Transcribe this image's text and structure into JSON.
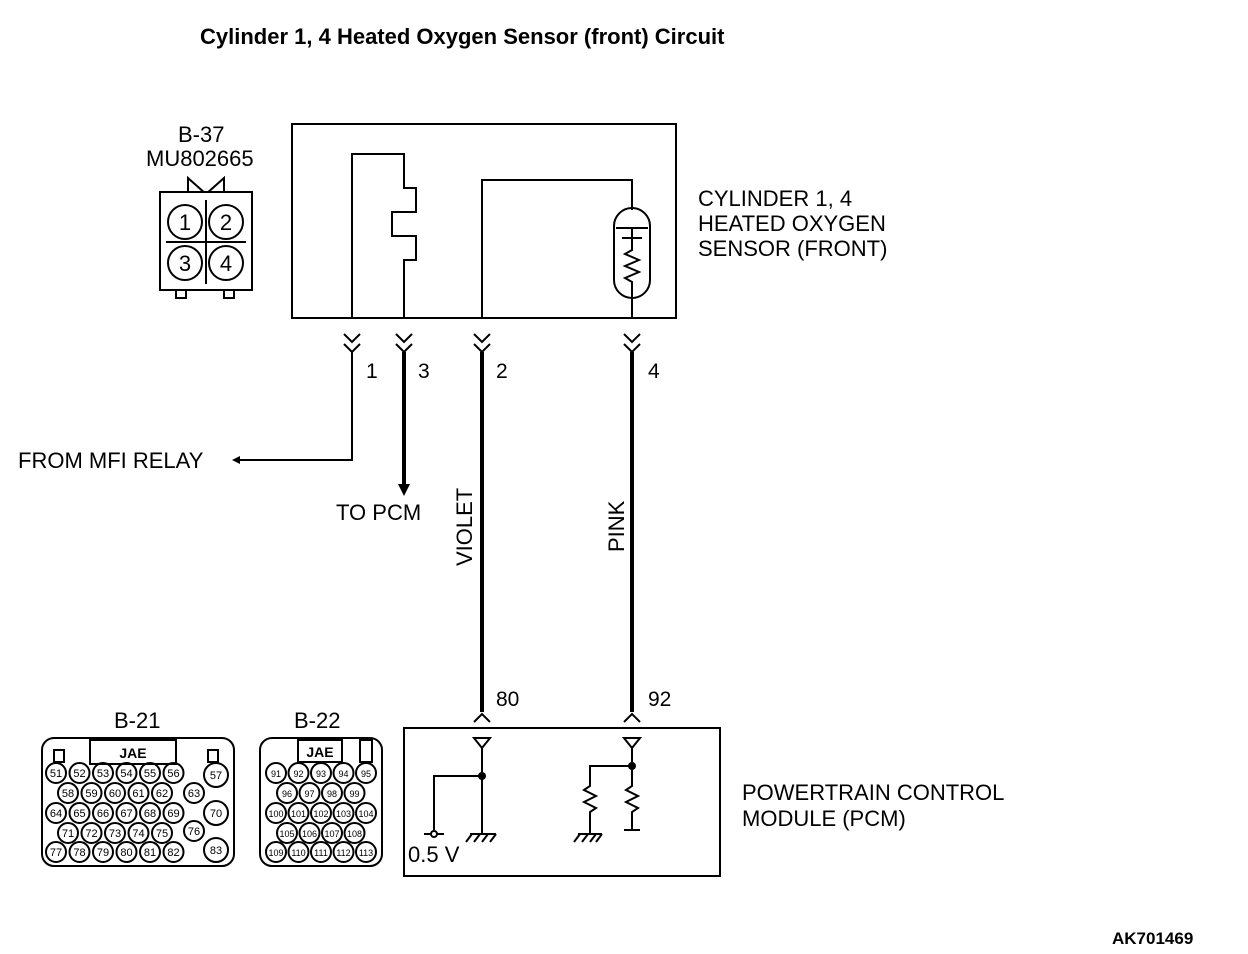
{
  "title": "Cylinder 1, 4 Heated Oxygen Sensor (front) Circuit",
  "sensor_connector": {
    "id": "B-37",
    "part": "MU802665",
    "pins": [
      "1",
      "2",
      "3",
      "4"
    ]
  },
  "sensor_label": [
    "CYLINDER 1, 4",
    "HEATED OXYGEN",
    "SENSOR (FRONT)"
  ],
  "pin_numbers": [
    "1",
    "3",
    "2",
    "4"
  ],
  "from_label": "FROM MFI RELAY",
  "to_label": "TO PCM",
  "wire_colors": [
    "VIOLET",
    "PINK"
  ],
  "pcm_pins": [
    "80",
    "92"
  ],
  "pcm_label": [
    "POWERTRAIN CONTROL",
    "MODULE (PCM)"
  ],
  "voltage": "0.5 V",
  "connector_b21": {
    "id": "B-21",
    "brand": "JAE",
    "pins": [
      "51",
      "52",
      "53",
      "54",
      "55",
      "56",
      "57",
      "58",
      "59",
      "60",
      "61",
      "62",
      "63",
      "64",
      "65",
      "66",
      "67",
      "68",
      "69",
      "70",
      "71",
      "72",
      "73",
      "74",
      "75",
      "76",
      "77",
      "78",
      "79",
      "80",
      "81",
      "82",
      "83"
    ]
  },
  "connector_b22": {
    "id": "B-22",
    "brand": "JAE",
    "pins": [
      "91",
      "92",
      "93",
      "94",
      "95",
      "96",
      "97",
      "98",
      "99",
      "100",
      "101",
      "102",
      "103",
      "104",
      "105",
      "106",
      "107",
      "108",
      "109",
      "110",
      "111",
      "112",
      "113"
    ]
  },
  "figure_code": "AK701469"
}
